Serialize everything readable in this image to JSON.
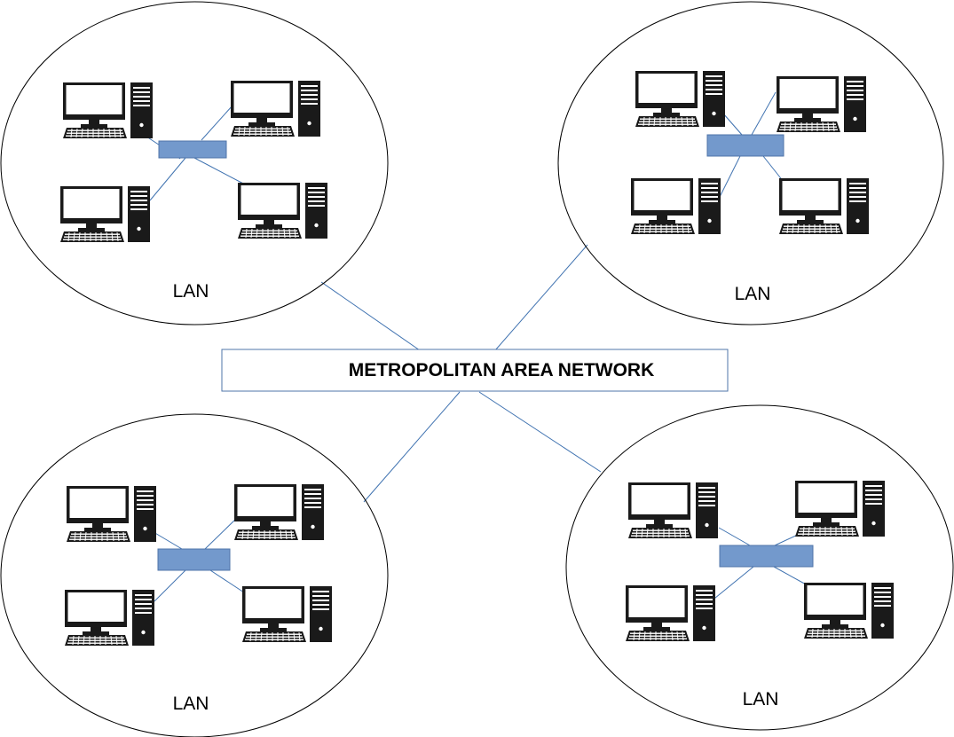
{
  "title": "METROPOLITAN AREA NETWORK",
  "colors": {
    "link_line": "#3f72b0",
    "switch_fill": "#7399cc",
    "switch_stroke": "#4f74a8",
    "device_dark": "#1a1a1a",
    "outline": "#000000"
  },
  "lans": [
    {
      "label": "LAN",
      "computers": 4,
      "switch_icon": "switch-icon"
    },
    {
      "label": "LAN",
      "computers": 4,
      "switch_icon": "switch-icon"
    },
    {
      "label": "LAN",
      "computers": 4,
      "switch_icon": "switch-icon"
    },
    {
      "label": "LAN",
      "computers": 4,
      "switch_icon": "switch-icon"
    }
  ],
  "icons": [
    "desktop-computer-icon",
    "switch-icon"
  ]
}
